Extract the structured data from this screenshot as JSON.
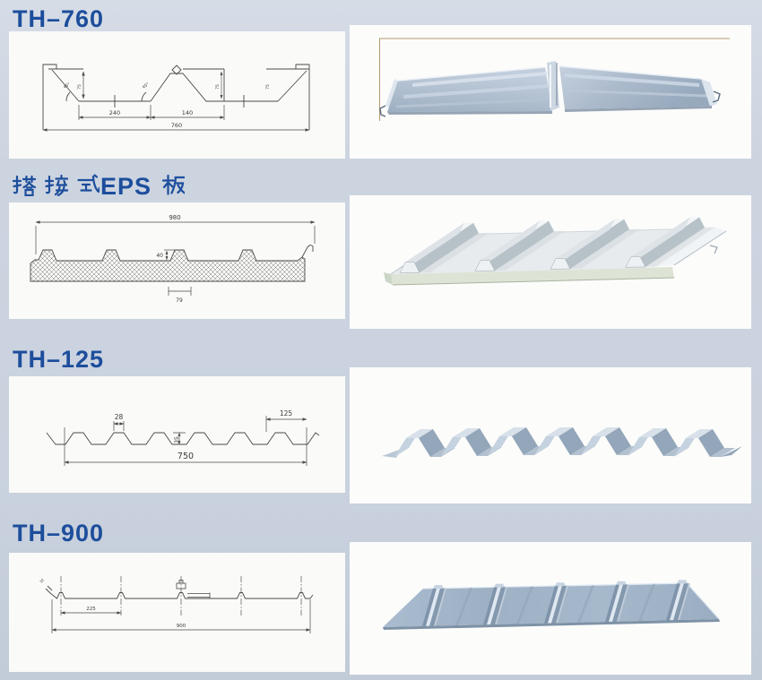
{
  "page": {
    "background_top": "#d6dce6",
    "background_bottom": "#c2cbd8",
    "panel_color": "#fafaf8",
    "heading_color": "#1d4e9c",
    "line_color": "#4a4a4a",
    "photo_frame_color": "#b49a70"
  },
  "sections": {
    "th760": {
      "title": "TH–760",
      "dims": {
        "pan_width": "240",
        "rib_width": "140",
        "total_width": "760",
        "rib_height": "75",
        "angle_left": "45°",
        "angle_mid": "45°"
      }
    },
    "eps": {
      "title": "搭接式EPS板",
      "title_latin": "EPS",
      "dims": {
        "total_width": "980",
        "rib_height": "40",
        "rib_width": "79"
      }
    },
    "th125": {
      "title": "TH–125",
      "dims": {
        "crest_width": "28",
        "pitch": "125",
        "depth": "35",
        "total_width": "750"
      }
    },
    "th900": {
      "title": "TH–900",
      "dims": {
        "pitch": "225",
        "total_width": "900",
        "edge_detail": "32"
      }
    }
  }
}
